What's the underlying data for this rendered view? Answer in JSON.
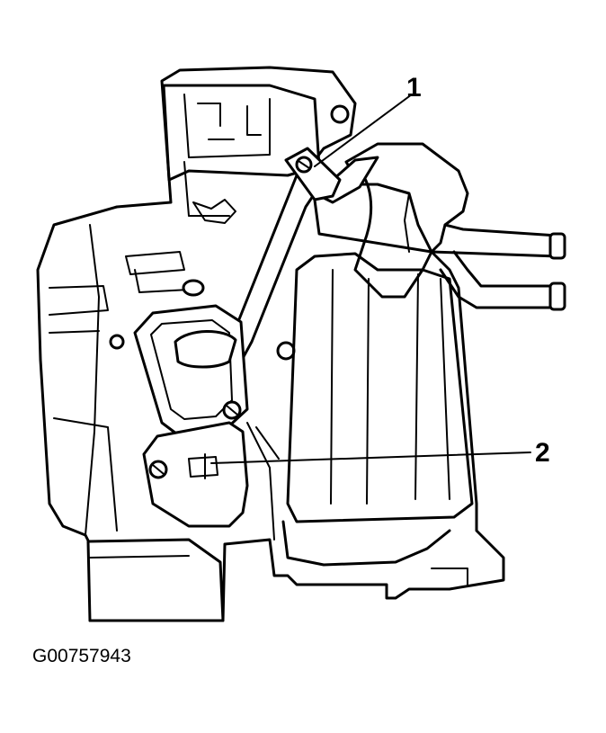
{
  "callouts": [
    {
      "number": "1"
    },
    {
      "number": "2"
    }
  ],
  "figure_id": "G00757943"
}
